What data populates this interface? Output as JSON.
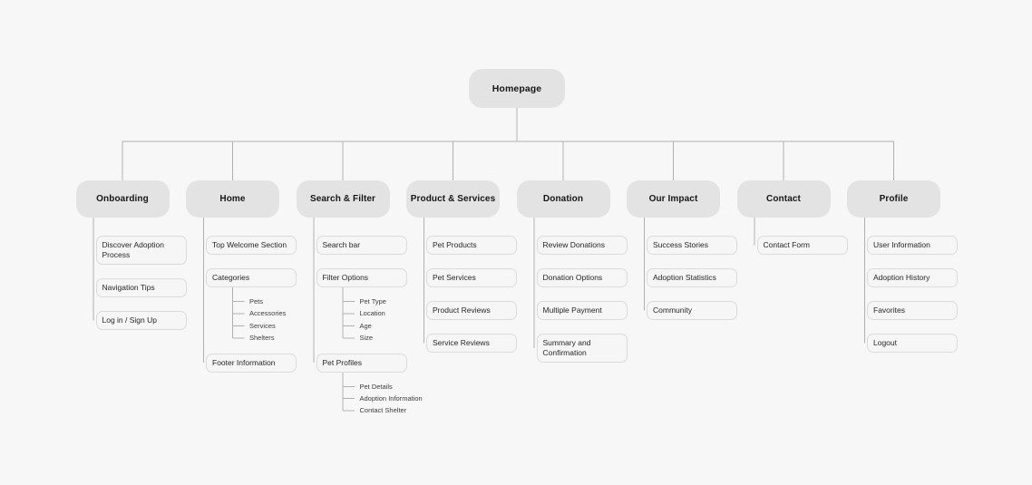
{
  "root": {
    "label": "Homepage"
  },
  "colors": {
    "background": "#f7f7f7",
    "node_fill": "#e3e3e3",
    "child_fill": "#f6f6f6",
    "child_border": "#dbdbdb",
    "connector_line": "#b0b0b0",
    "node_text": "#161616",
    "child_text": "#262626",
    "sub_text": "#3d3d3d"
  },
  "columns": [
    {
      "label": "Onboarding",
      "children": [
        {
          "label": "Discover Adoption Process"
        },
        {
          "label": "Navigation Tips"
        },
        {
          "label": "Log in / Sign Up"
        }
      ]
    },
    {
      "label": "Home",
      "children": [
        {
          "label": "Top Welcome Section"
        },
        {
          "label": "Categories",
          "subitems": [
            "Pets",
            "Accessories",
            "Services",
            "Shelters"
          ]
        },
        {
          "label": "Footer Information"
        }
      ]
    },
    {
      "label": "Search & Filter",
      "children": [
        {
          "label": "Search bar"
        },
        {
          "label": "Filter Options",
          "subitems": [
            "Pet Type",
            "Location",
            "Age",
            "Size"
          ]
        },
        {
          "label": "Pet Profiles",
          "subitems": [
            "Pet Details",
            "Adoption Information",
            "Contact Shelter"
          ]
        }
      ]
    },
    {
      "label": "Product & Services",
      "children": [
        {
          "label": "Pet Products"
        },
        {
          "label": "Pet Services"
        },
        {
          "label": "Product Reviews"
        },
        {
          "label": "Service Reviews"
        }
      ]
    },
    {
      "label": "Donation",
      "children": [
        {
          "label": "Review Donations"
        },
        {
          "label": "Donation Options"
        },
        {
          "label": "Multiple Payment"
        },
        {
          "label": "Summary and Confirmation"
        }
      ]
    },
    {
      "label": "Our Impact",
      "children": [
        {
          "label": "Success Stories"
        },
        {
          "label": "Adoption Statistics"
        },
        {
          "label": "Community"
        }
      ]
    },
    {
      "label": "Contact",
      "children": [
        {
          "label": "Contact Form"
        }
      ]
    },
    {
      "label": "Profile",
      "children": [
        {
          "label": "User Information"
        },
        {
          "label": "Adoption History"
        },
        {
          "label": "Favorites"
        },
        {
          "label": "Logout"
        }
      ]
    }
  ]
}
